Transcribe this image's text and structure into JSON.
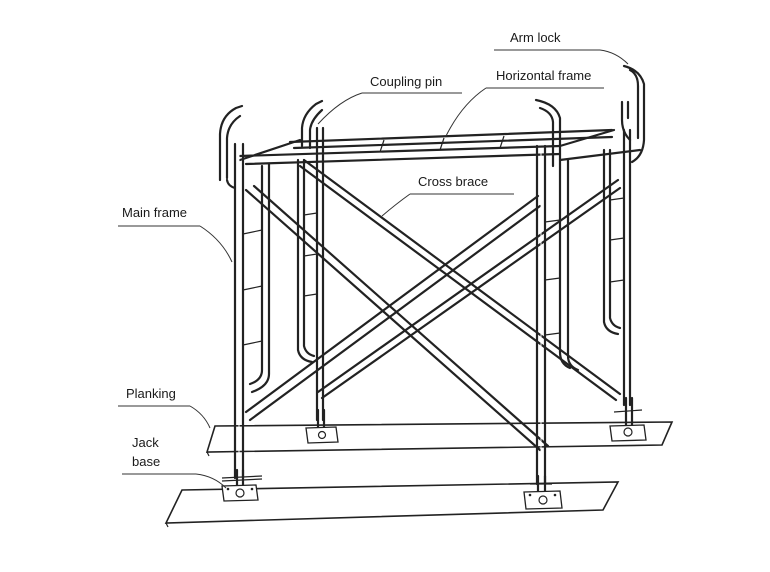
{
  "labels": {
    "arm_lock": "Arm lock",
    "coupling_pin": "Coupling pin",
    "horizontal_frame": "Horizontal frame",
    "cross_brace": "Cross brace",
    "main_frame": "Main frame",
    "planking": "Planking",
    "jack_base_line1": "Jack",
    "jack_base_line2": "base"
  }
}
